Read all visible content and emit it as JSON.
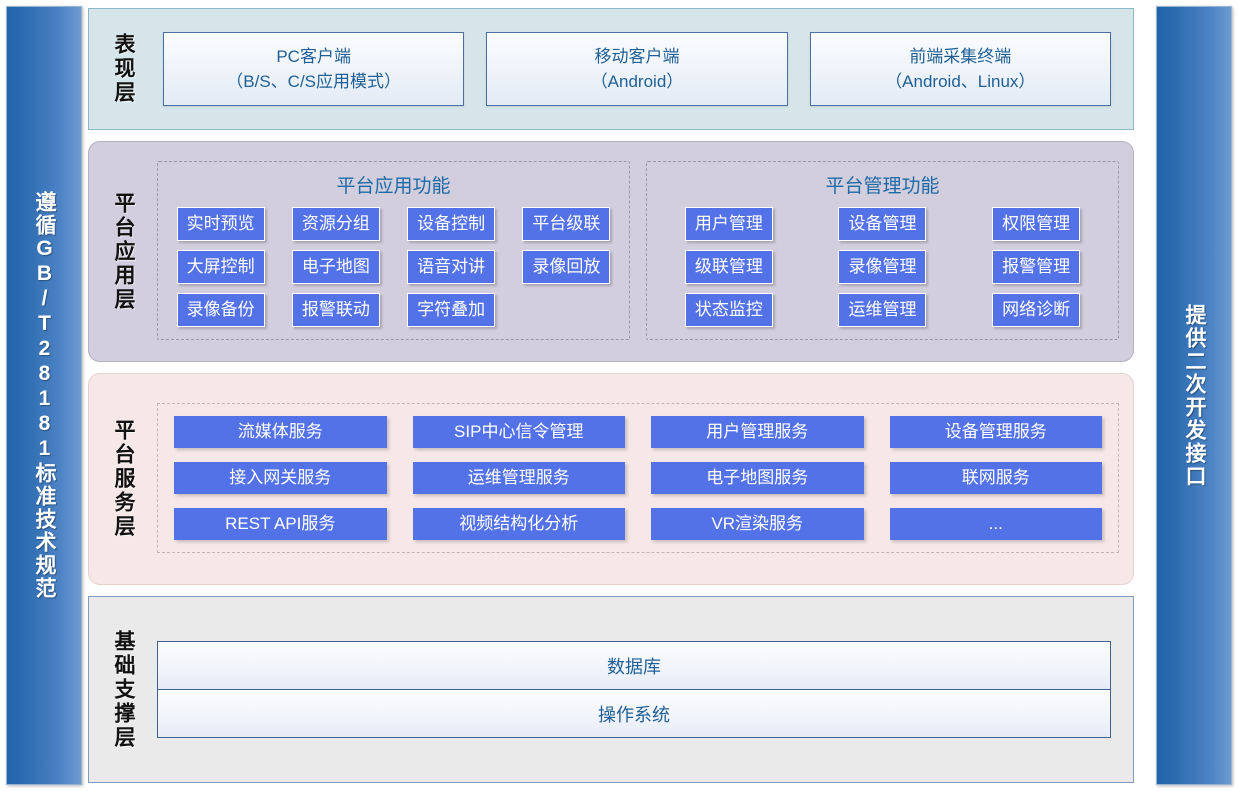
{
  "left_bar": {
    "text": "遵循GB/T28181标准技术规范"
  },
  "right_bar": {
    "text": "提供二次开发接口"
  },
  "layers": {
    "presentation": {
      "label": "表现层",
      "clients": [
        {
          "line1": "PC客户端",
          "line2": "（B/S、C/S应用模式）"
        },
        {
          "line1": "移动客户端",
          "line2": "（Android）"
        },
        {
          "line1": "前端采集终端",
          "line2": "（Android、Linux）"
        }
      ]
    },
    "application": {
      "label": "平台应用层",
      "groups": [
        {
          "title": "平台应用功能",
          "items": [
            "实时预览",
            "资源分组",
            "设备控制",
            "平台级联",
            "大屏控制",
            "电子地图",
            "语音对讲",
            "录像回放",
            "录像备份",
            "报警联动",
            "字符叠加",
            ""
          ]
        },
        {
          "title": "平台管理功能",
          "items": [
            "用户管理",
            "设备管理",
            "权限管理",
            "级联管理",
            "录像管理",
            "报警管理",
            "状态监控",
            "运维管理",
            "网络诊断"
          ]
        }
      ]
    },
    "service": {
      "label": "平台服务层",
      "items": [
        "流媒体服务",
        "SIP中心信令管理",
        "用户管理服务",
        "设备管理服务",
        "接入网关服务",
        "运维管理服务",
        "电子地图服务",
        "联网服务",
        "REST API服务",
        "视频结构化分析",
        "VR渲染服务",
        "..."
      ]
    },
    "infrastructure": {
      "label": "基础支撑层",
      "rows": [
        "数据库",
        "操作系统"
      ]
    }
  },
  "colors": {
    "chip_blue": "#5472e8",
    "presentation_bg": "#d6e5ea",
    "application_bg": "#d2cedd",
    "service_bg": "#f6e8e6",
    "infrastructure_bg": "#eaeaea",
    "side_bar_blue": "#2d6cb0",
    "title_text": "#1d6aa8"
  }
}
